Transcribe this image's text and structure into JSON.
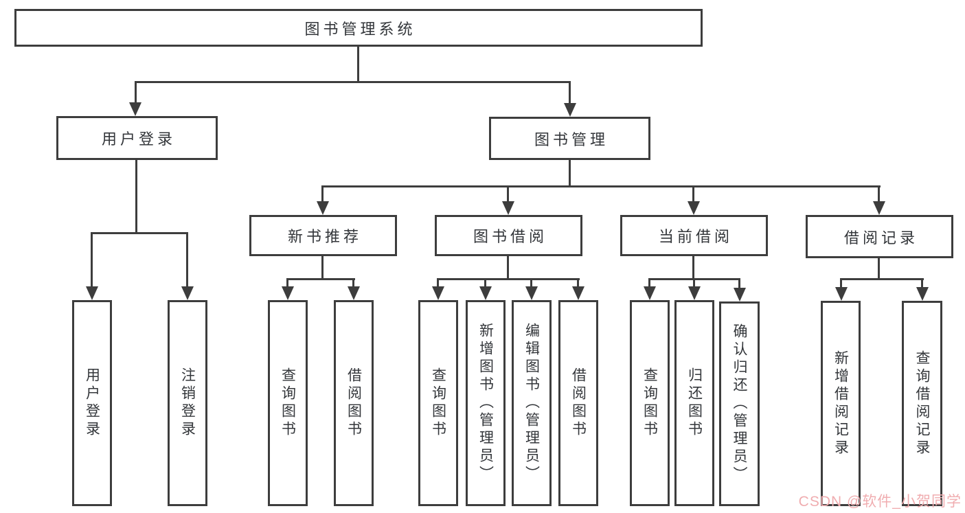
{
  "diagram": {
    "type": "hierarchy-tree",
    "root": {
      "label": "图书管理系统"
    },
    "level2": [
      {
        "label": "用户登录",
        "parent": "图书管理系统"
      },
      {
        "label": "图书管理",
        "parent": "图书管理系统"
      }
    ],
    "level3": [
      {
        "label": "新书推荐",
        "parent": "图书管理"
      },
      {
        "label": "图书借阅",
        "parent": "图书管理"
      },
      {
        "label": "当前借阅",
        "parent": "图书管理"
      },
      {
        "label": "借阅记录",
        "parent": "图书管理"
      }
    ],
    "level4": [
      {
        "label": "用户登录",
        "parent": "用户登录"
      },
      {
        "label": "注销登录",
        "parent": "用户登录"
      },
      {
        "label": "查询图书",
        "parent": "新书推荐"
      },
      {
        "label": "借阅图书",
        "parent": "新书推荐"
      },
      {
        "label": "查询图书",
        "parent": "图书借阅"
      },
      {
        "label": "新增图书（管理员）",
        "parent": "图书借阅"
      },
      {
        "label": "编辑图书（管理员）",
        "parent": "图书借阅"
      },
      {
        "label": "借阅图书",
        "parent": "图书借阅"
      },
      {
        "label": "查询图书",
        "parent": "当前借阅"
      },
      {
        "label": "归还图书",
        "parent": "当前借阅"
      },
      {
        "label": "确认归还（管理员）",
        "parent": "当前借阅"
      },
      {
        "label": "新增借阅记录",
        "parent": "借阅记录"
      },
      {
        "label": "查询借阅记录",
        "parent": "借阅记录"
      }
    ]
  },
  "watermark": {
    "text": "CSDN @软件_小贺同学"
  },
  "colors": {
    "line": "#3d3d3d",
    "text": "#33363a",
    "box_background": "#ffffff",
    "page_background": "#ffffff",
    "watermark": "#f0adb0"
  }
}
